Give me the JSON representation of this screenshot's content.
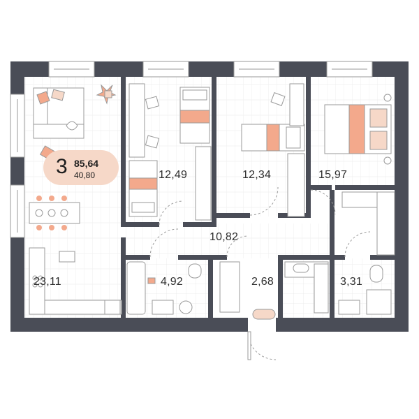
{
  "badge": {
    "rooms": "3",
    "total_area": "85,64",
    "living_area": "40,80"
  },
  "rooms": {
    "kitchen_living": "23,11",
    "bedroom_1": "12,49",
    "bedroom_2": "12,34",
    "bedroom_3": "15,97",
    "hall": "10,82",
    "bathroom_1": "4,92",
    "wardrobe": "2,68",
    "bathroom_2": "3,31"
  },
  "colors": {
    "wall": "#4a4d57",
    "accent": "#f3a98c",
    "accent_light": "#f6d8c8",
    "line": "#9a9a9a",
    "floor_line": "#e4e4e4"
  }
}
